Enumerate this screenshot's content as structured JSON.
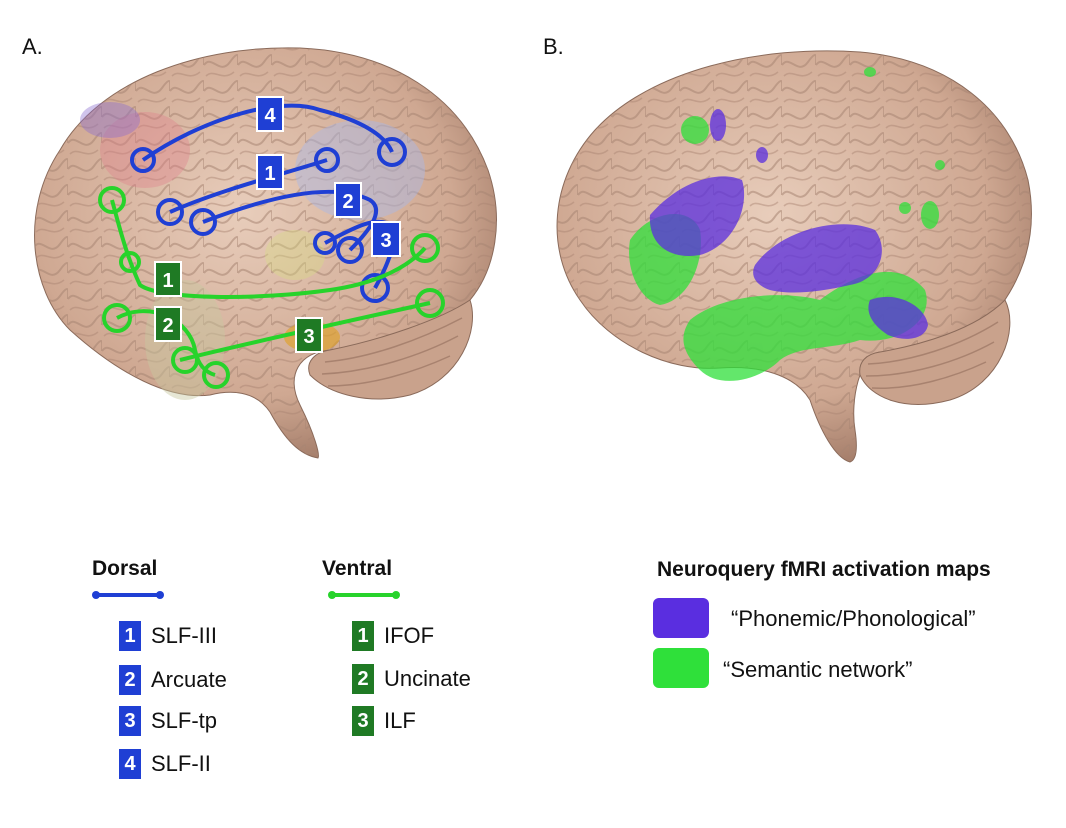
{
  "panels": {
    "a_label": "A.",
    "b_label": "B."
  },
  "colors": {
    "dorsal": "#1f3fd4",
    "ventral": "#27d32b",
    "ventral_box": "#1f7a24",
    "phonemic": "#5a2ee0",
    "semantic": "#2fe03a",
    "brain": "#d8b9a6"
  },
  "badges_a": {
    "dorsal": [
      "4",
      "1",
      "2",
      "3"
    ],
    "ventral": [
      "1",
      "2",
      "3"
    ]
  },
  "legend": {
    "dorsal": {
      "heading": "Dorsal",
      "items": [
        {
          "num": "1",
          "label": "SLF-III"
        },
        {
          "num": "2",
          "label": "Arcuate"
        },
        {
          "num": "3",
          "label": "SLF-tp"
        },
        {
          "num": "4",
          "label": "SLF-II"
        }
      ]
    },
    "ventral": {
      "heading": "Ventral",
      "items": [
        {
          "num": "1",
          "label": "IFOF"
        },
        {
          "num": "2",
          "label": "Uncinate"
        },
        {
          "num": "3",
          "label": "ILF"
        }
      ]
    },
    "maps": {
      "heading": "Neuroquery fMRI activation maps",
      "items": [
        {
          "label": "“Phonemic/Phonological”"
        },
        {
          "label": "“Semantic network”"
        }
      ]
    }
  }
}
